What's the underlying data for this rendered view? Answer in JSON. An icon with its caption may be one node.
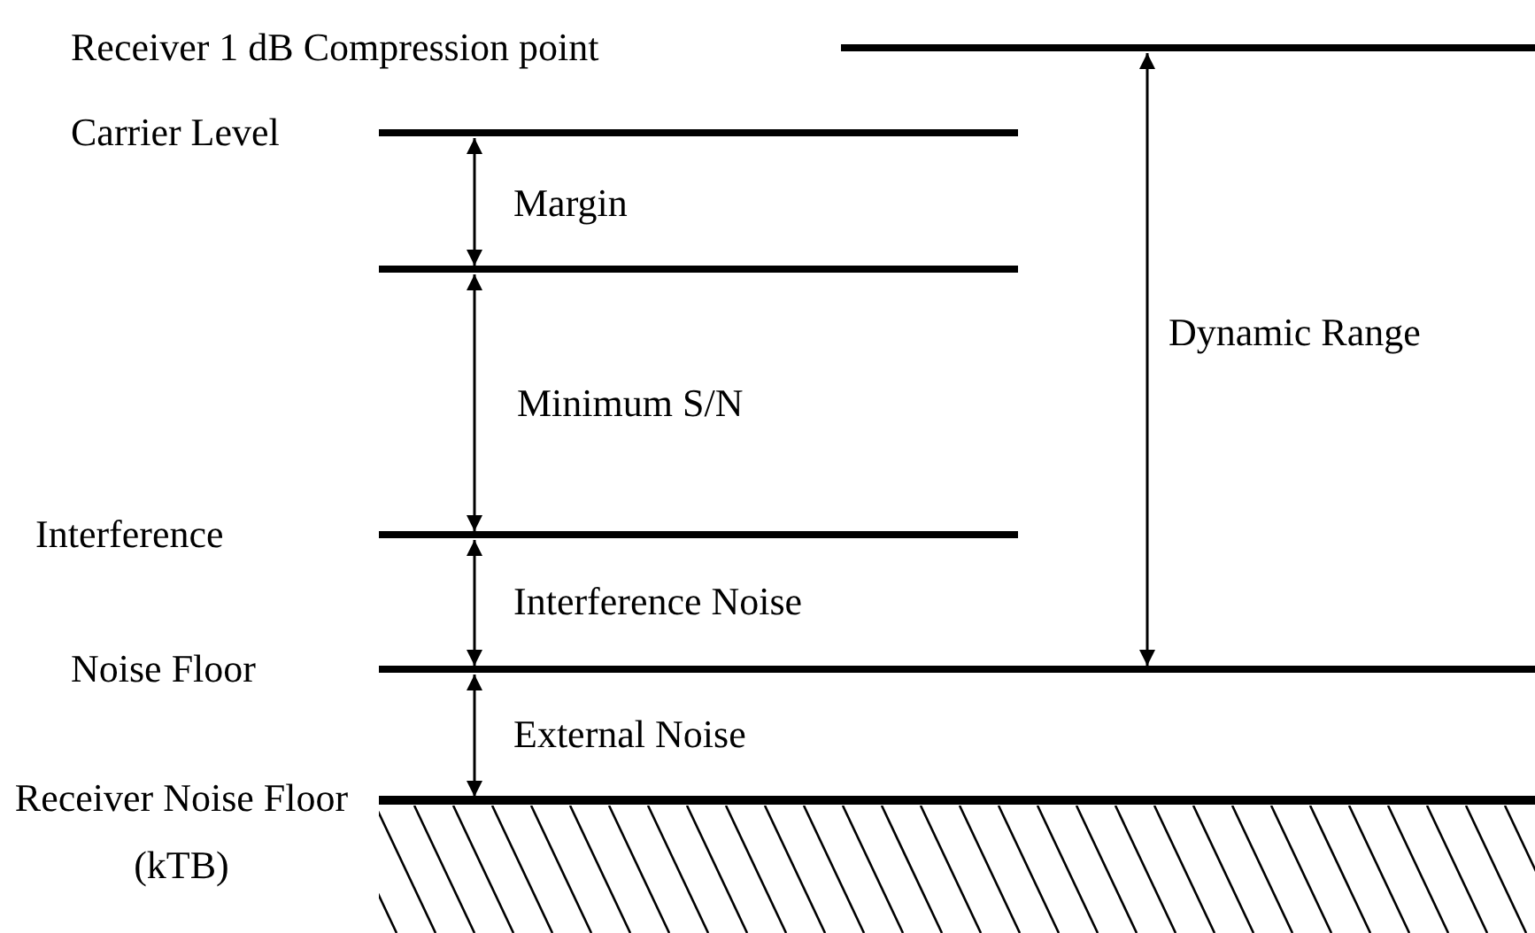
{
  "diagram": {
    "labels": [
      "Receiver 1 dB Compression point",
      "Carrier Level",
      "Margin",
      "Dynamic Range",
      "Minimum S/N",
      "Interference",
      "Interference Noise",
      "Noise Floor",
      "External Noise",
      "Receiver Noise Floor (kTB)"
    ]
  }
}
